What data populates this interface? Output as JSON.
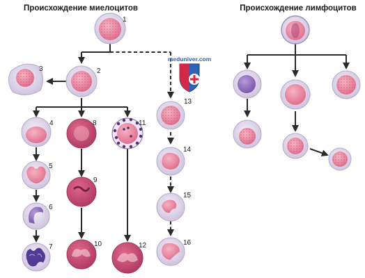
{
  "diagram": {
    "left_title": "Происхождение миелоцитов",
    "right_title": "Происхождение лимфоцитов",
    "watermark": "meduniver.com",
    "numbers": [
      "1",
      "2",
      "3",
      "4",
      "5",
      "6",
      "7",
      "8",
      "9",
      "10",
      "11",
      "12",
      "13",
      "14",
      "15",
      "16"
    ]
  },
  "colors": {
    "arrow": "#2a2a2a",
    "cell_outer": "#d8cfe6",
    "cell_nucleus": "#e87f9a",
    "granule_dark": "#5a2b6e",
    "nucleus_dark": "#3f2a8c",
    "shield_blue": "#2f63b6",
    "shield_red": "#e3223d"
  }
}
